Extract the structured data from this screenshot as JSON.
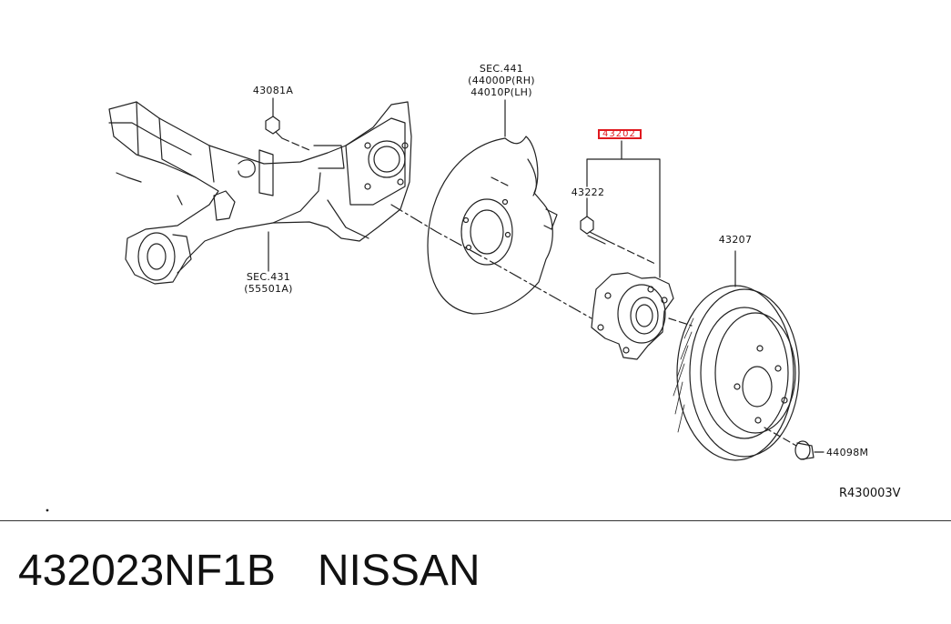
{
  "labels": {
    "bolt_43081a": "43081A",
    "sec441_line1": "SEC.441",
    "sec441_line2": "(44000P(RH)",
    "sec441_line3": "44010P(LH)",
    "hub_43202": "43202",
    "bolt_43222": "43222",
    "rotor_43207": "43207",
    "sec431_line1": "SEC.431",
    "sec431_line2": "(55501A)",
    "plug_44098m": "44098M",
    "reference": "R430003V"
  },
  "highlight_color": "#e0191f",
  "footer": {
    "part_number": "432023NF1B",
    "brand": "NISSAN"
  }
}
